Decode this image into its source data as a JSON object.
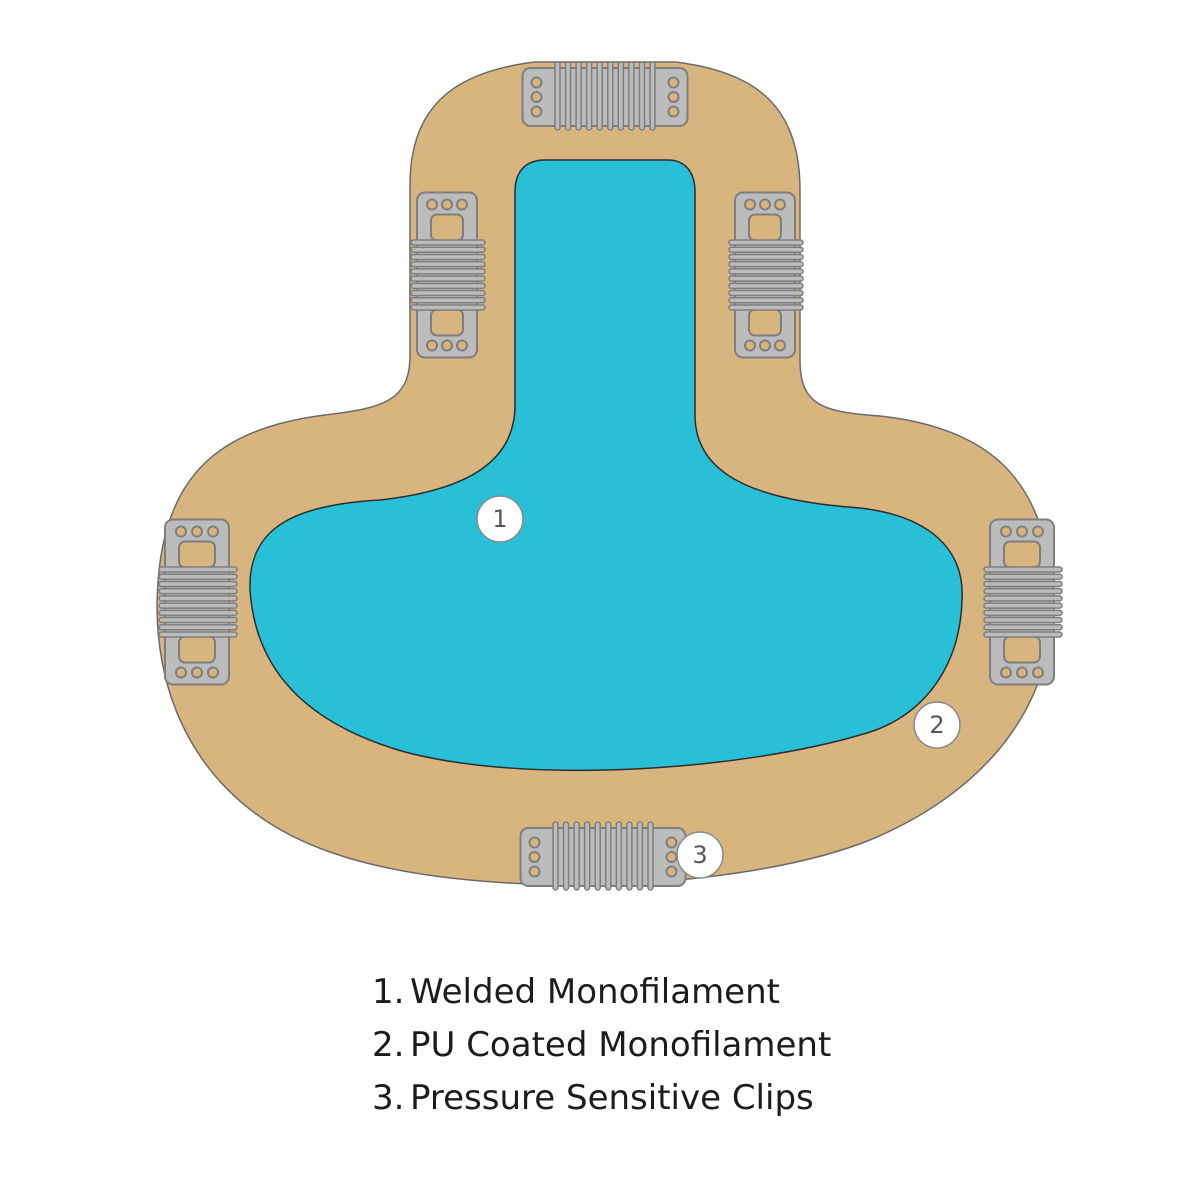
{
  "colors": {
    "base": "#d8b47e",
    "center": "#29bfd6",
    "clip": "#bcbcbc",
    "outline": "#7e7e7e"
  },
  "callouts": [
    {
      "label": "1"
    },
    {
      "label": "2"
    },
    {
      "label": "3"
    }
  ],
  "legend": [
    {
      "num": "1.",
      "text": "Welded Monofilament"
    },
    {
      "num": "2.",
      "text": "PU Coated Monofilament"
    },
    {
      "num": "3.",
      "text": "Pressure Sensitive Clips"
    }
  ]
}
